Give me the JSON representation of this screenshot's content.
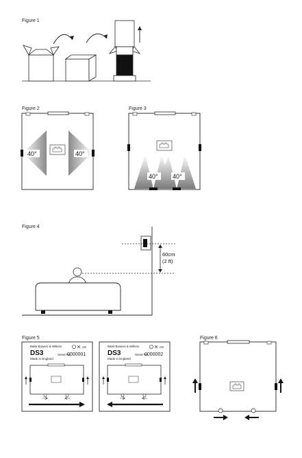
{
  "figures": {
    "fig1": {
      "caption": "Figure 1"
    },
    "fig2": {
      "caption": "Figure 2",
      "angle_left": "40°",
      "angle_right": "40°"
    },
    "fig3": {
      "caption": "Figure 3",
      "angle_left": "40°",
      "angle_right": "40°"
    },
    "fig4": {
      "caption": "Figure 4",
      "height_value": "60cm",
      "height_imperial": "(2 ft)"
    },
    "fig5": {
      "caption": "Figure 5",
      "label_left": {
        "brand": "B&W Bowers & Wilkins",
        "model": "DS3",
        "serial_prefix": "Serial No.",
        "serial": "0000001",
        "made_in": "Made in England"
      },
      "label_right": {
        "brand": "B&W Bowers & Wilkins",
        "model": "DS3",
        "serial_prefix": "Serial No.",
        "serial": "0000002",
        "made_in": "Made in England"
      }
    },
    "fig6": {
      "caption": "Figure 6"
    }
  },
  "colors": {
    "ink": "#111111",
    "beam": "#9a9a9a",
    "line": "#222222"
  }
}
